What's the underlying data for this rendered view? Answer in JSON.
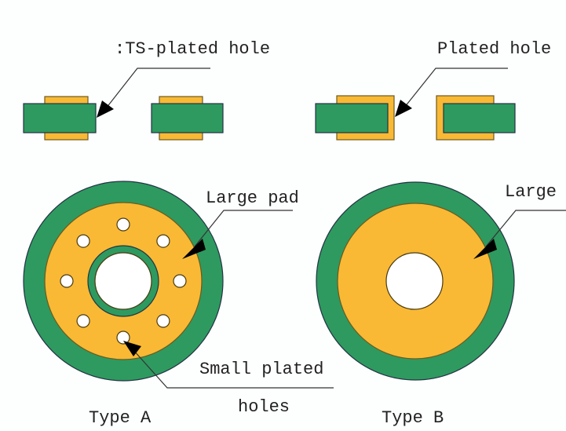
{
  "labels": {
    "ts_plated_hole": ":TS-plated hole",
    "plated_hole": "Plated hole",
    "large_pad_a": "Large pad",
    "large_pad_b": "Large",
    "small_plated": "Small plated",
    "holes": "holes",
    "type_a": "Type A",
    "type_b": "Type B"
  },
  "colors": {
    "substrate": "#2e9a5f",
    "copper": "#f9b934",
    "hole": "#ffffff"
  },
  "type_a_small_hole_count": 8
}
